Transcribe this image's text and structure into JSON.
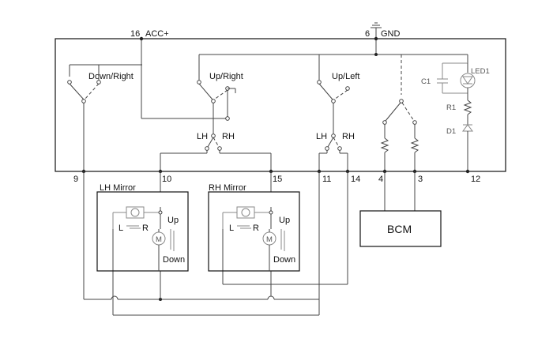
{
  "pins": {
    "acc": {
      "num": "16",
      "label": "ACC+"
    },
    "gnd": {
      "num": "6",
      "label": "GND"
    },
    "p9": "9",
    "p10": "10",
    "p15": "15",
    "p11": "11",
    "p14": "14",
    "p4": "4",
    "p3": "3",
    "p12": "12"
  },
  "switches": {
    "down_right": "Down/Right",
    "up_right": "Up/Right",
    "up_left": "Up/Left",
    "lh1": "LH",
    "rh1": "RH",
    "lh2": "LH",
    "rh2": "RH"
  },
  "components": {
    "led": "LED1",
    "cap": "C1",
    "res": "R1",
    "diode": "D1"
  },
  "lh_mirror": {
    "title": "LH Mirror",
    "up": "Up",
    "down": "Down",
    "l": "L",
    "r": "R"
  },
  "rh_mirror": {
    "title": "RH Mirror",
    "up": "Up",
    "down": "Down",
    "l": "L",
    "r": "R"
  },
  "bcm": {
    "label": "BCM"
  }
}
